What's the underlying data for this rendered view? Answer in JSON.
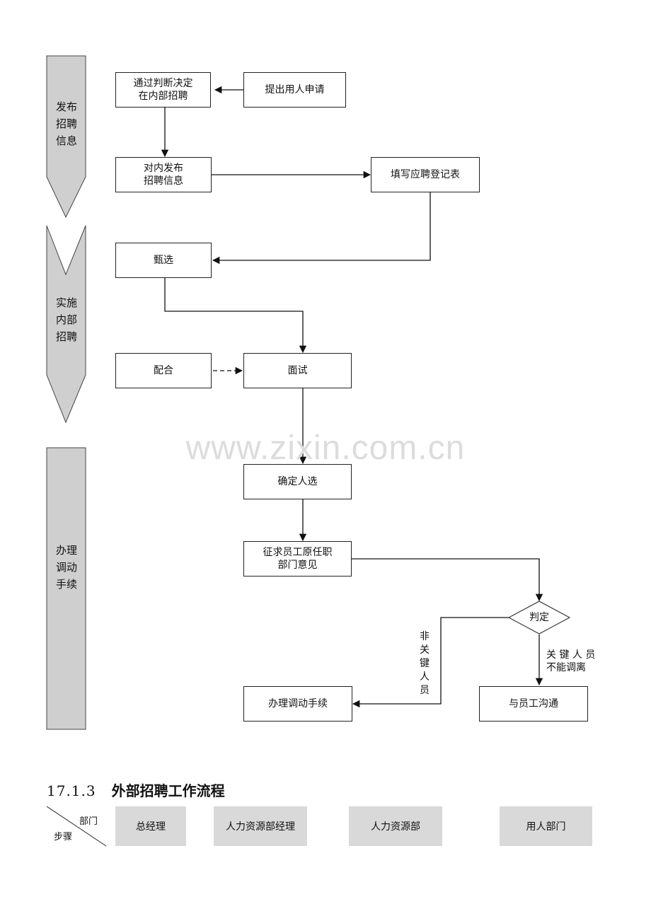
{
  "stages": [
    {
      "label": "发布\n招聘\n信息"
    },
    {
      "label": "实施\n内部\n招聘"
    },
    {
      "label": "办理\n调动\n手续"
    }
  ],
  "nodes": {
    "decide_internal": "通过判断决定\n在内部招聘",
    "request": "提出用人申请",
    "publish": "对内发布\n招聘信息",
    "fill_form": "填写应聘登记表",
    "screen": "甄选",
    "cooperate": "配合",
    "interview": "面试",
    "confirm": "确定人选",
    "consult": "征求员工原任职\n部门意见",
    "judge": "判定",
    "transfer": "办理调动手续",
    "communicate": "与员工沟通"
  },
  "branch_labels": {
    "non_key": "非\n关\n键\n人\n员",
    "key": "关 键 人 员\n不能调离"
  },
  "watermark": "www.zixin.com.cn",
  "section": {
    "number": "17.1.3",
    "title": "外部招聘工作流程"
  },
  "table_header": {
    "corner_top": "部门",
    "corner_bottom": "步骤",
    "columns": [
      "总经理",
      "人力资源部经理",
      "人力资源部",
      "用人部门"
    ]
  }
}
